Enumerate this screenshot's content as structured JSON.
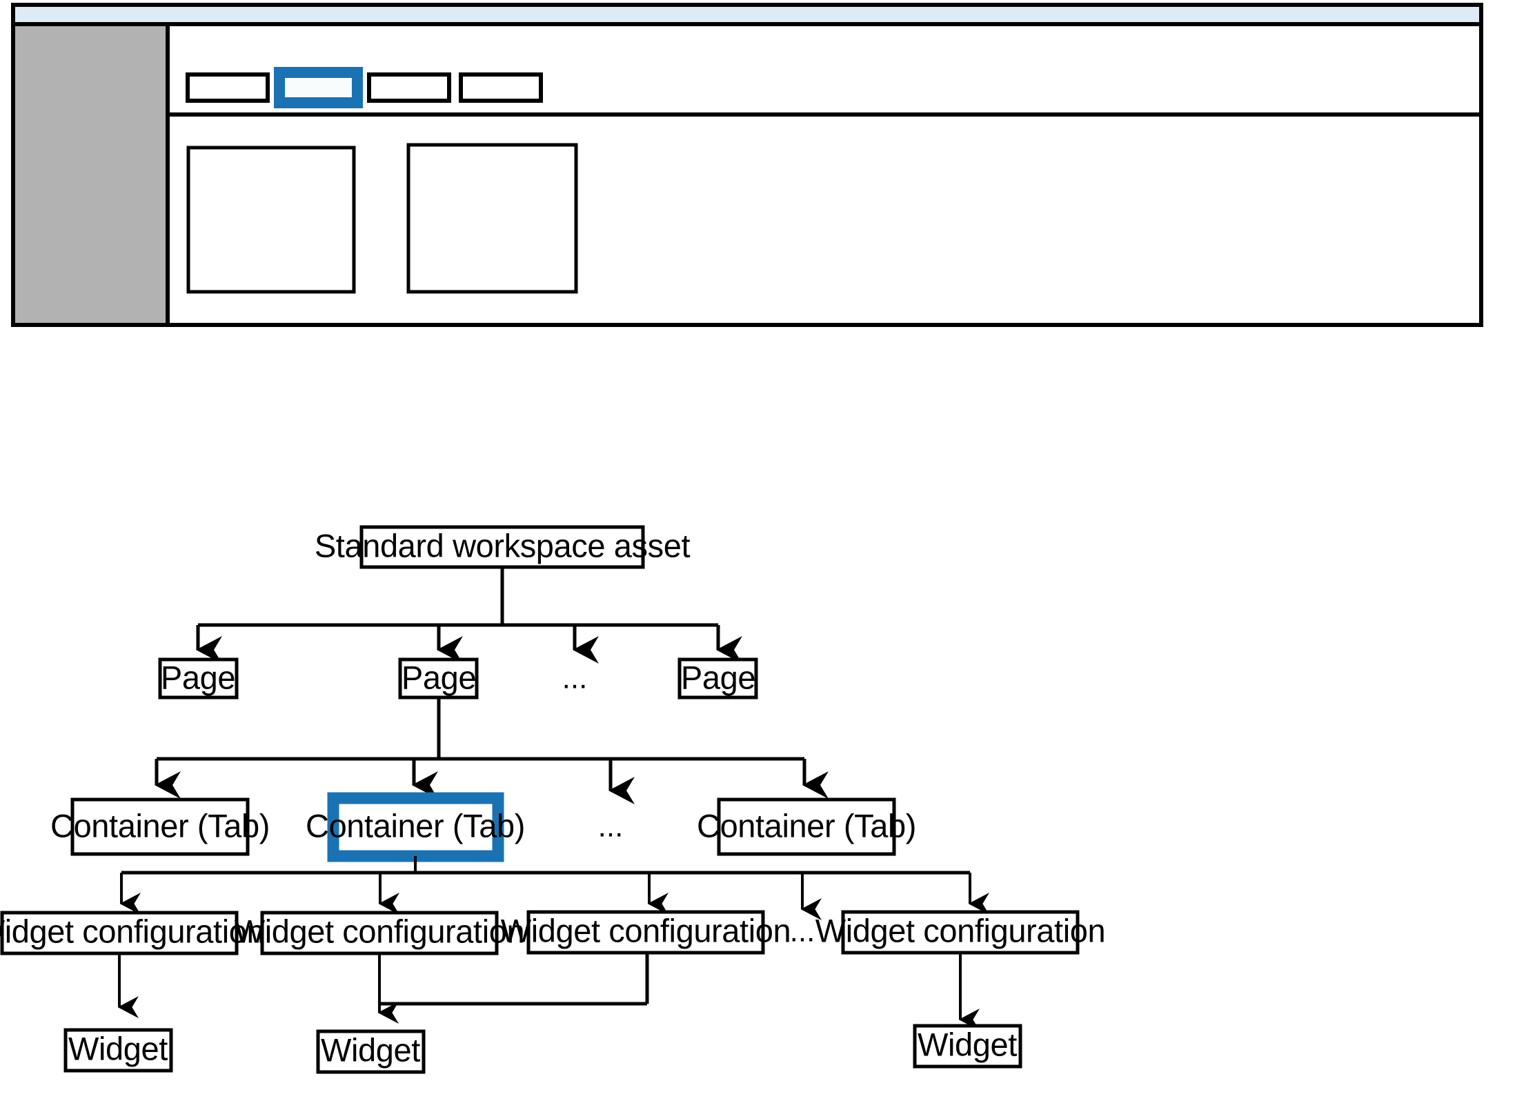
{
  "figure": {
    "colors": {
      "highlight_blue": "#1b72b3",
      "titlebar_blue": "#dfeaf7",
      "sidebar_gray": "#b2b2b2",
      "outline_black": "#000000",
      "canvas_white": "#ffffff"
    }
  },
  "mockup": {
    "name": "workspace-application-mockup",
    "titlebar": {
      "label": ""
    },
    "sidebar": {
      "label": ""
    },
    "tabs": [
      {
        "label": "",
        "active": false
      },
      {
        "label": "",
        "active": true
      },
      {
        "label": "",
        "active": false
      },
      {
        "label": "",
        "active": false
      }
    ],
    "widgets": [
      {
        "label": ""
      },
      {
        "label": ""
      }
    ]
  },
  "diagram": {
    "root": {
      "label": "Standard workspace asset"
    },
    "pages": [
      {
        "label": "Page"
      },
      {
        "label": "Page"
      },
      {
        "label": "Page"
      }
    ],
    "page_ellipsis": "...",
    "containers": [
      {
        "label": "Container (Tab)",
        "highlighted": false
      },
      {
        "label": "Container (Tab)",
        "highlighted": true
      },
      {
        "label": "Container (Tab)",
        "highlighted": false
      }
    ],
    "container_ellipsis": "...",
    "widget_configurations": [
      {
        "label": "Widget configuration"
      },
      {
        "label": "Widget configuration"
      },
      {
        "label": "Widget configuration"
      },
      {
        "label": "Widget configuration"
      }
    ],
    "widget_configuration_ellipsis": "...",
    "widgets": [
      {
        "label": "Widget"
      },
      {
        "label": "Widget"
      },
      {
        "label": "Widget"
      }
    ]
  }
}
